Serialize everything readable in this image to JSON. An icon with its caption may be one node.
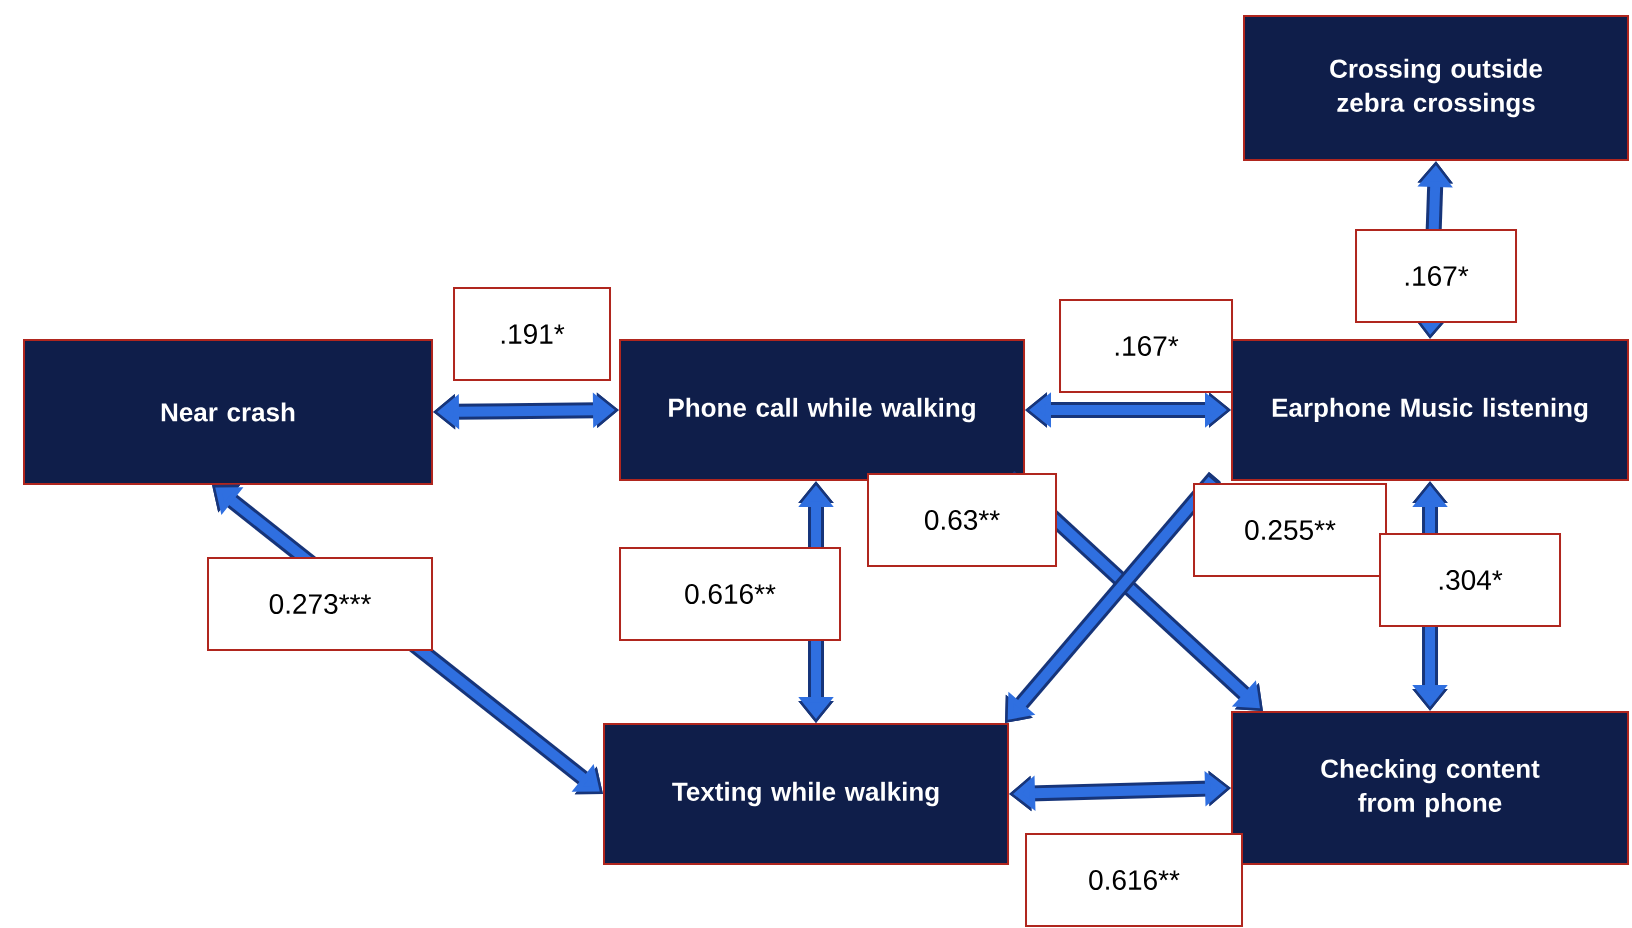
{
  "diagram": {
    "nodes": [
      {
        "text": [
          "Crossing  outside zebra crossings"
        ]
      },
      {
        "text": [
          "Near crash"
        ]
      },
      {
        "text": [
          "Phone call while walking"
        ]
      },
      {
        "text": [
          "Earphone Music listening"
        ]
      },
      {
        "text": [
          "Texting while walking"
        ]
      },
      {
        "text": [
          "Checking content from phone"
        ]
      }
    ],
    "edges": [
      {
        "from": 3,
        "to": 0,
        "arrow": "both",
        "label": ".167*"
      },
      {
        "from": 1,
        "to": 2,
        "arrow": "both",
        "label": ".191*"
      },
      {
        "from": 2,
        "to": 3,
        "arrow": "both",
        "label": ".167*"
      },
      {
        "from": 1,
        "to": 4,
        "arrow": "both",
        "label": "0.273***"
      },
      {
        "from": 2,
        "to": 4,
        "arrow": "both",
        "label": "0.616**"
      },
      {
        "from": 2,
        "to": 5,
        "arrow": "to",
        "label": "0.63**"
      },
      {
        "from": 3,
        "to": 4,
        "arrow": "to",
        "label": "0.255**"
      },
      {
        "from": 3,
        "to": 5,
        "arrow": "both",
        "label": ".304*"
      },
      {
        "from": 4,
        "to": 5,
        "arrow": "both",
        "label": "0.616**"
      }
    ]
  }
}
